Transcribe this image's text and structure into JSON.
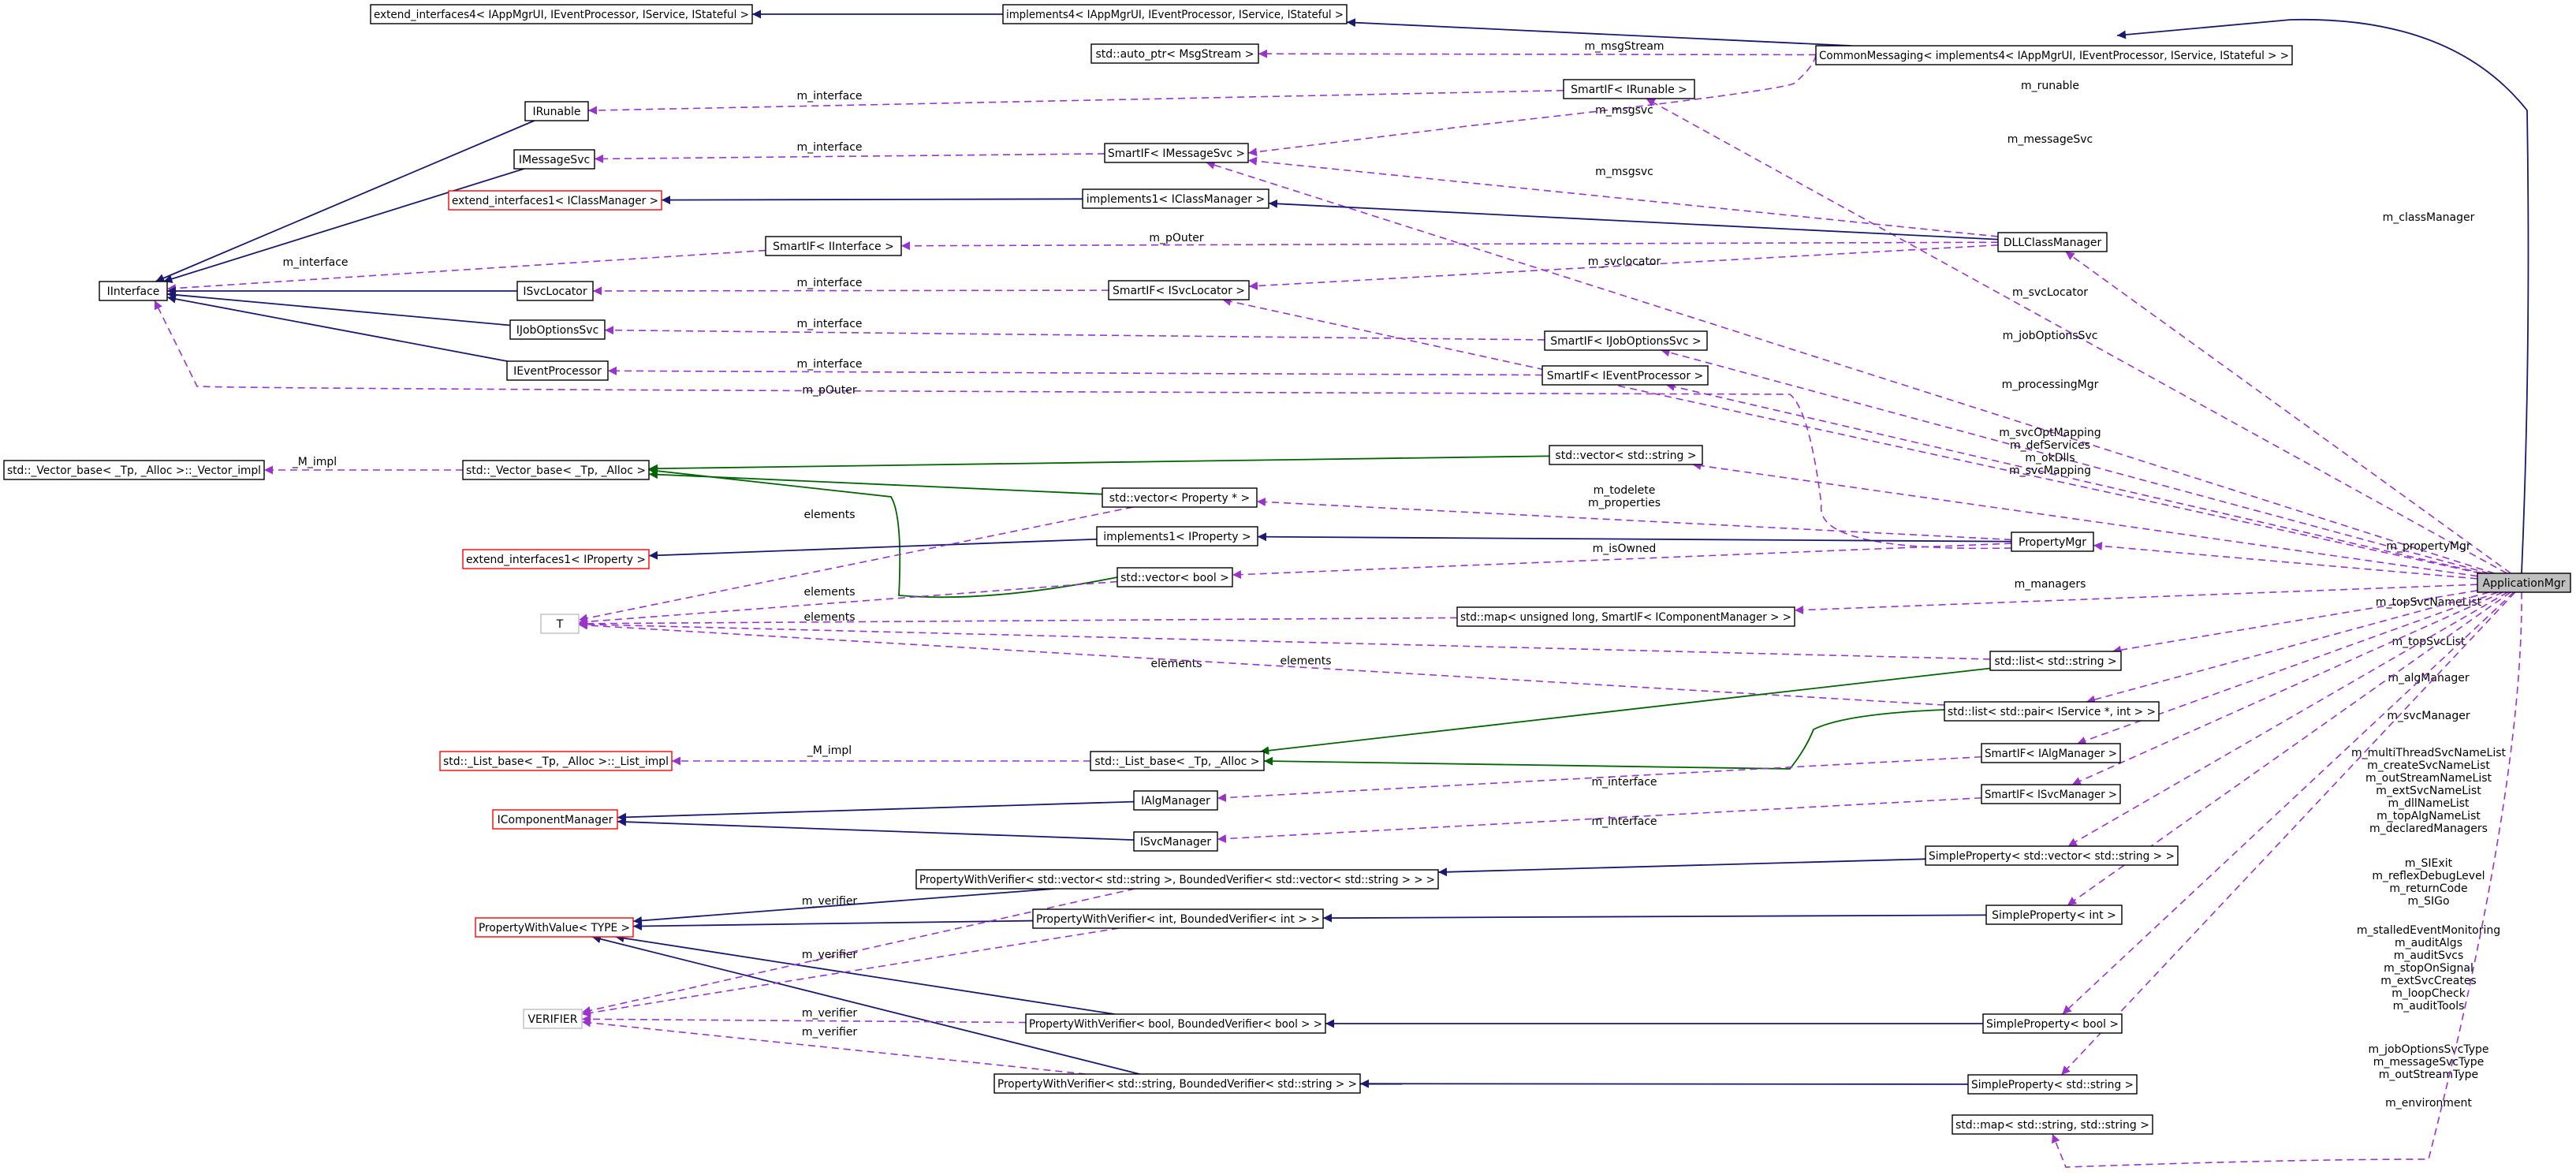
{
  "nodes": [
    {
      "id": "ApplicationMgr",
      "label": "ApplicationMgr",
      "style": "root"
    },
    {
      "id": "extIface4",
      "label": "extend_interfaces4< IAppMgrUI, IEventProcessor, IService, IStateful >",
      "style": "black"
    },
    {
      "id": "impl4",
      "label": "implements4< IAppMgrUI, IEventProcessor, IService, IStateful >",
      "style": "black"
    },
    {
      "id": "CommonMessaging",
      "label": "CommonMessaging< implements4< IAppMgrUI, IEventProcessor, IService, IStateful > >",
      "style": "black"
    },
    {
      "id": "autoPtr",
      "label": "std::auto_ptr< MsgStream >",
      "style": "black"
    },
    {
      "id": "IRunable",
      "label": "IRunable",
      "style": "black"
    },
    {
      "id": "SmartRunable",
      "label": "SmartIF< IRunable >",
      "style": "black"
    },
    {
      "id": "IMessageSvc",
      "label": "IMessageSvc",
      "style": "black"
    },
    {
      "id": "SmartMsgSvc",
      "label": "SmartIF< IMessageSvc >",
      "style": "black"
    },
    {
      "id": "extIface1Cls",
      "label": "extend_interfaces1< IClassManager >",
      "style": "red"
    },
    {
      "id": "impl1Cls",
      "label": "implements1< IClassManager >",
      "style": "black"
    },
    {
      "id": "DLLClassManager",
      "label": "DLLClassManager",
      "style": "black"
    },
    {
      "id": "SmartIface",
      "label": "SmartIF< IInterface >",
      "style": "black"
    },
    {
      "id": "IInterface",
      "label": "IInterface",
      "style": "black"
    },
    {
      "id": "ISvcLocator",
      "label": "ISvcLocator",
      "style": "black"
    },
    {
      "id": "SmartSvcLoc",
      "label": "SmartIF< ISvcLocator >",
      "style": "black"
    },
    {
      "id": "IJobOptionsSvc",
      "label": "IJobOptionsSvc",
      "style": "black"
    },
    {
      "id": "SmartJobOpt",
      "label": "SmartIF< IJobOptionsSvc >",
      "style": "black"
    },
    {
      "id": "IEventProcessor",
      "label": "IEventProcessor",
      "style": "black"
    },
    {
      "id": "SmartEvtProc",
      "label": "SmartIF< IEventProcessor >",
      "style": "black"
    },
    {
      "id": "vecImpl",
      "label": "std::_Vector_base< _Tp, _Alloc >::_Vector_impl",
      "style": "black"
    },
    {
      "id": "vecBase",
      "label": "std::_Vector_base< _Tp, _Alloc >",
      "style": "black"
    },
    {
      "id": "vecString",
      "label": "std::vector< std::string >",
      "style": "black"
    },
    {
      "id": "vecProp",
      "label": "std::vector< Property * >",
      "style": "black"
    },
    {
      "id": "extIface1Prop",
      "label": "extend_interfaces1< IProperty >",
      "style": "red"
    },
    {
      "id": "impl1Prop",
      "label": "implements1< IProperty >",
      "style": "black"
    },
    {
      "id": "PropertyMgr",
      "label": "PropertyMgr",
      "style": "black"
    },
    {
      "id": "vecBool",
      "label": "std::vector< bool >",
      "style": "black"
    },
    {
      "id": "T",
      "label": "T",
      "style": "grey"
    },
    {
      "id": "mapULong",
      "label": "std::map< unsigned long, SmartIF< IComponentManager > >",
      "style": "black"
    },
    {
      "id": "listString",
      "label": "std::list< std::string >",
      "style": "black"
    },
    {
      "id": "listPair",
      "label": "std::list< std::pair< IService *, int > >",
      "style": "black"
    },
    {
      "id": "listImpl",
      "label": "std::_List_base< _Tp, _Alloc >::_List_impl",
      "style": "red"
    },
    {
      "id": "listBase",
      "label": "std::_List_base< _Tp, _Alloc >",
      "style": "black"
    },
    {
      "id": "SmartAlgMgr",
      "label": "SmartIF< IAlgManager >",
      "style": "black"
    },
    {
      "id": "IComponentManager",
      "label": "IComponentManager",
      "style": "red"
    },
    {
      "id": "IAlgManager",
      "label": "IAlgManager",
      "style": "black"
    },
    {
      "id": "ISvcManager",
      "label": "ISvcManager",
      "style": "black"
    },
    {
      "id": "SmartSvcMgr",
      "label": "SmartIF< ISvcManager >",
      "style": "black"
    },
    {
      "id": "PWVvec",
      "label": "PropertyWithVerifier< std::vector< std::string >, BoundedVerifier< std::vector< std::string > > >",
      "style": "black"
    },
    {
      "id": "SPvec",
      "label": "SimpleProperty< std::vector< std::string > >",
      "style": "black"
    },
    {
      "id": "PWValue",
      "label": "PropertyWithValue< TYPE >",
      "style": "red"
    },
    {
      "id": "PWVint",
      "label": "PropertyWithVerifier< int, BoundedVerifier< int > >",
      "style": "black"
    },
    {
      "id": "SPint",
      "label": "SimpleProperty< int >",
      "style": "black"
    },
    {
      "id": "VERIFIER",
      "label": "VERIFIER",
      "style": "grey"
    },
    {
      "id": "PWVbool",
      "label": "PropertyWithVerifier< bool, BoundedVerifier< bool > >",
      "style": "black"
    },
    {
      "id": "SPbool",
      "label": "SimpleProperty< bool >",
      "style": "black"
    },
    {
      "id": "PWVstr",
      "label": "PropertyWithVerifier< std::string, BoundedVerifier< std::string > >",
      "style": "black"
    },
    {
      "id": "SPstr",
      "label": "SimpleProperty< std::string >",
      "style": "black"
    },
    {
      "id": "mapStr",
      "label": "std::map< std::string, std::string >",
      "style": "black"
    }
  ],
  "edges": [
    {
      "from": "impl4",
      "to": "extIface4",
      "kind": "inheritance"
    },
    {
      "from": "CommonMessaging",
      "to": "impl4",
      "kind": "inheritance"
    },
    {
      "from": "ApplicationMgr",
      "to": "CommonMessaging",
      "kind": "inheritance"
    },
    {
      "from": "CommonMessaging",
      "to": "autoPtr",
      "kind": "usage",
      "label": "m_msgStream"
    },
    {
      "from": "CommonMessaging",
      "to": "SmartMsgSvc",
      "kind": "usage",
      "label": "m_msgsvc"
    },
    {
      "from": "SmartRunable",
      "to": "IRunable",
      "kind": "usage",
      "label": "m_interface"
    },
    {
      "from": "ApplicationMgr",
      "to": "SmartRunable",
      "kind": "usage",
      "label": "m_runable"
    },
    {
      "from": "SmartMsgSvc",
      "to": "IMessageSvc",
      "kind": "usage",
      "label": "m_interface"
    },
    {
      "from": "ApplicationMgr",
      "to": "SmartMsgSvc",
      "kind": "usage",
      "label": "m_messageSvc"
    },
    {
      "from": "DLLClassManager",
      "to": "SmartMsgSvc",
      "kind": "usage",
      "label": "m_msgsvc"
    },
    {
      "from": "impl1Cls",
      "to": "extIface1Cls",
      "kind": "inheritance"
    },
    {
      "from": "DLLClassManager",
      "to": "impl1Cls",
      "kind": "inheritance"
    },
    {
      "from": "ApplicationMgr",
      "to": "DLLClassManager",
      "kind": "usage",
      "label": "m_classManager"
    },
    {
      "from": "DLLClassManager",
      "to": "SmartIface",
      "kind": "usage",
      "label": "m_pOuter"
    },
    {
      "from": "DLLClassManager",
      "to": "SmartSvcLoc",
      "kind": "usage",
      "label": "m_svclocator"
    },
    {
      "from": "SmartIface",
      "to": "IInterface",
      "kind": "usage",
      "label": "m_interface"
    },
    {
      "from": "IRunable",
      "to": "IInterface",
      "kind": "inheritance"
    },
    {
      "from": "IMessageSvc",
      "to": "IInterface",
      "kind": "inheritance"
    },
    {
      "from": "ISvcLocator",
      "to": "IInterface",
      "kind": "inheritance"
    },
    {
      "from": "IJobOptionsSvc",
      "to": "IInterface",
      "kind": "inheritance"
    },
    {
      "from": "IEventProcessor",
      "to": "IInterface",
      "kind": "inheritance"
    },
    {
      "from": "SmartSvcLoc",
      "to": "ISvcLocator",
      "kind": "usage",
      "label": "m_interface"
    },
    {
      "from": "ApplicationMgr",
      "to": "SmartSvcLoc",
      "kind": "usage",
      "label": "m_svcLocator"
    },
    {
      "from": "SmartJobOpt",
      "to": "IJobOptionsSvc",
      "kind": "usage",
      "label": "m_interface"
    },
    {
      "from": "ApplicationMgr",
      "to": "SmartJobOpt",
      "kind": "usage",
      "label": "m_jobOptionsSvc"
    },
    {
      "from": "SmartEvtProc",
      "to": "IEventProcessor",
      "kind": "usage",
      "label": "m_interface"
    },
    {
      "from": "ApplicationMgr",
      "to": "SmartEvtProc",
      "kind": "usage",
      "label": "m_processingMgr"
    },
    {
      "from": "PropertyMgr",
      "to": "IInterface",
      "kind": "usage",
      "label": "m_pOuter"
    },
    {
      "from": "vecBase",
      "to": "vecImpl",
      "kind": "usage",
      "label": "_M_impl"
    },
    {
      "from": "vecString",
      "to": "vecBase",
      "kind": "template"
    },
    {
      "from": "vecProp",
      "to": "vecBase",
      "kind": "template"
    },
    {
      "from": "vecBool",
      "to": "vecBase",
      "kind": "template"
    },
    {
      "from": "ApplicationMgr",
      "to": "vecString",
      "kind": "usage",
      "label": "m_svcOptMapping\nm_defServices\nm_okDlls\nm_svcMapping"
    },
    {
      "from": "PropertyMgr",
      "to": "vecProp",
      "kind": "usage",
      "label": "m_todelete\nm_properties"
    },
    {
      "from": "impl1Prop",
      "to": "extIface1Prop",
      "kind": "inheritance"
    },
    {
      "from": "PropertyMgr",
      "to": "impl1Prop",
      "kind": "inheritance"
    },
    {
      "from": "ApplicationMgr",
      "to": "PropertyMgr",
      "kind": "usage",
      "label": "m_propertyMgr"
    },
    {
      "from": "PropertyMgr",
      "to": "vecBool",
      "kind": "usage",
      "label": "m_isOwned"
    },
    {
      "from": "vecProp",
      "to": "T",
      "kind": "usage",
      "label": "elements"
    },
    {
      "from": "vecBool",
      "to": "T",
      "kind": "usage",
      "label": "elements"
    },
    {
      "from": "mapULong",
      "to": "T",
      "kind": "usage",
      "label": "elements"
    },
    {
      "from": "listString",
      "to": "T",
      "kind": "usage",
      "label": "elements"
    },
    {
      "from": "listPair",
      "to": "T",
      "kind": "usage",
      "label": "elements"
    },
    {
      "from": "ApplicationMgr",
      "to": "mapULong",
      "kind": "usage",
      "label": "m_managers"
    },
    {
      "from": "ApplicationMgr",
      "to": "listString",
      "kind": "usage",
      "label": "m_topSvcNameList"
    },
    {
      "from": "ApplicationMgr",
      "to": "listPair",
      "kind": "usage",
      "label": "m_topSvcList"
    },
    {
      "from": "listString",
      "to": "listBase",
      "kind": "template"
    },
    {
      "from": "listPair",
      "to": "listBase",
      "kind": "template"
    },
    {
      "from": "listBase",
      "to": "listImpl",
      "kind": "usage",
      "label": "_M_impl"
    },
    {
      "from": "ApplicationMgr",
      "to": "SmartAlgMgr",
      "kind": "usage",
      "label": "m_algManager"
    },
    {
      "from": "SmartAlgMgr",
      "to": "IAlgManager",
      "kind": "usage",
      "label": "m_interface"
    },
    {
      "from": "IAlgManager",
      "to": "IComponentManager",
      "kind": "inheritance"
    },
    {
      "from": "ISvcManager",
      "to": "IComponentManager",
      "kind": "inheritance"
    },
    {
      "from": "ApplicationMgr",
      "to": "SmartSvcMgr",
      "kind": "usage",
      "label": "m_svcManager"
    },
    {
      "from": "SmartSvcMgr",
      "to": "ISvcManager",
      "kind": "usage",
      "label": "m_interface"
    },
    {
      "from": "ApplicationMgr",
      "to": "SPvec",
      "kind": "usage",
      "label": "m_multiThreadSvcNameList\nm_createSvcNameList\nm_outStreamNameList\nm_extSvcNameList\nm_dllNameList\nm_topAlgNameList\nm_declaredManagers"
    },
    {
      "from": "SPvec",
      "to": "PWVvec",
      "kind": "inheritance"
    },
    {
      "from": "PWVvec",
      "to": "PWValue",
      "kind": "inheritance"
    },
    {
      "from": "PWVint",
      "to": "PWValue",
      "kind": "inheritance"
    },
    {
      "from": "PWVbool",
      "to": "PWValue",
      "kind": "inheritance"
    },
    {
      "from": "PWVstr",
      "to": "PWValue",
      "kind": "inheritance"
    },
    {
      "from": "ApplicationMgr",
      "to": "SPint",
      "kind": "usage",
      "label": "m_SIExit\nm_reflexDebugLevel\nm_returnCode\nm_SIGo"
    },
    {
      "from": "SPint",
      "to": "PWVint",
      "kind": "inheritance"
    },
    {
      "from": "PWVvec",
      "to": "VERIFIER",
      "kind": "usage",
      "label": "m_verifier"
    },
    {
      "from": "PWVint",
      "to": "VERIFIER",
      "kind": "usage",
      "label": "m_verifier"
    },
    {
      "from": "PWVbool",
      "to": "VERIFIER",
      "kind": "usage",
      "label": "m_verifier"
    },
    {
      "from": "PWVstr",
      "to": "VERIFIER",
      "kind": "usage",
      "label": "m_verifier"
    },
    {
      "from": "ApplicationMgr",
      "to": "SPbool",
      "kind": "usage",
      "label": "m_stalledEventMonitoring\nm_auditAlgs\nm_auditSvcs\nm_stopOnSignal\nm_extSvcCreates\nm_loopCheck\nm_auditTools"
    },
    {
      "from": "SPbool",
      "to": "PWVbool",
      "kind": "inheritance"
    },
    {
      "from": "ApplicationMgr",
      "to": "SPstr",
      "kind": "usage",
      "label": "m_jobOptionsSvcType\nm_messageSvcType\nm_outStreamType"
    },
    {
      "from": "SPstr",
      "to": "PWVstr",
      "kind": "inheritance"
    },
    {
      "from": "ApplicationMgr",
      "to": "mapStr",
      "kind": "usage",
      "label": "m_environment"
    }
  ]
}
